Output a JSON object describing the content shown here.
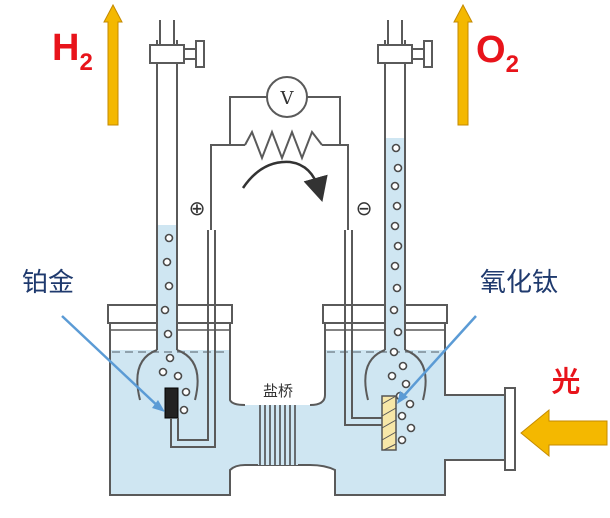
{
  "labels": {
    "h2_main": "H",
    "h2_sub": "2",
    "o2_main": "O",
    "o2_sub": "2",
    "voltmeter": "V",
    "positive_terminal": "⊕",
    "negative_terminal": "⊖",
    "platinum": "铂金",
    "titania": "氧化钛",
    "salt_bridge": "盐桥",
    "light": "光"
  },
  "colors": {
    "liquid": "#cfe6f2",
    "outline": "#5a5a5a",
    "gas_label": "#e8141b",
    "arrow_gold": "#f4b800",
    "pointer": "#5b9bd5",
    "text_navy": "#1f3a6e"
  },
  "icons": {
    "gas_arrow": "up-arrow-icon",
    "light_arrow": "left-arrow-icon",
    "flow_arrow": "clockwise-arrow-icon",
    "valve": "stopcock-icon"
  }
}
